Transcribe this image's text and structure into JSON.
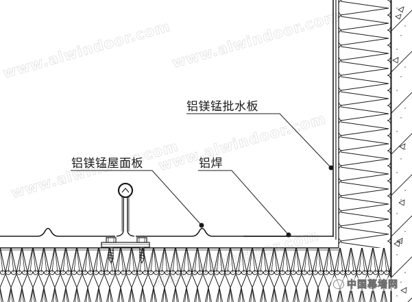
{
  "drawing": {
    "type": "construction-detail",
    "subject": "metal roof to wall flashing junction",
    "labels": {
      "flashing": "铝镁锰批水板",
      "roof_panel": "铝镁锰屋面板",
      "weld": "铝焊"
    },
    "components": [
      "standing-seam-roof-panel",
      "seam-clip-support",
      "self-tapping-screws",
      "roof-insulation-layer",
      "wall-insulation-layer",
      "concrete-wall",
      "flashing-plate",
      "weld-point"
    ],
    "colors": {
      "line": "#1a1a1a",
      "background": "#ffffff",
      "watermark": "#d6d6d6"
    }
  },
  "watermarks": [
    "www.alwindoor.com",
    "www.alwindoor.com",
    "www.alwindoor.com",
    "www.alwindoor.com",
    "www.alwindoor.com"
  ],
  "brand": {
    "logo_text": "中国幕墙网"
  }
}
